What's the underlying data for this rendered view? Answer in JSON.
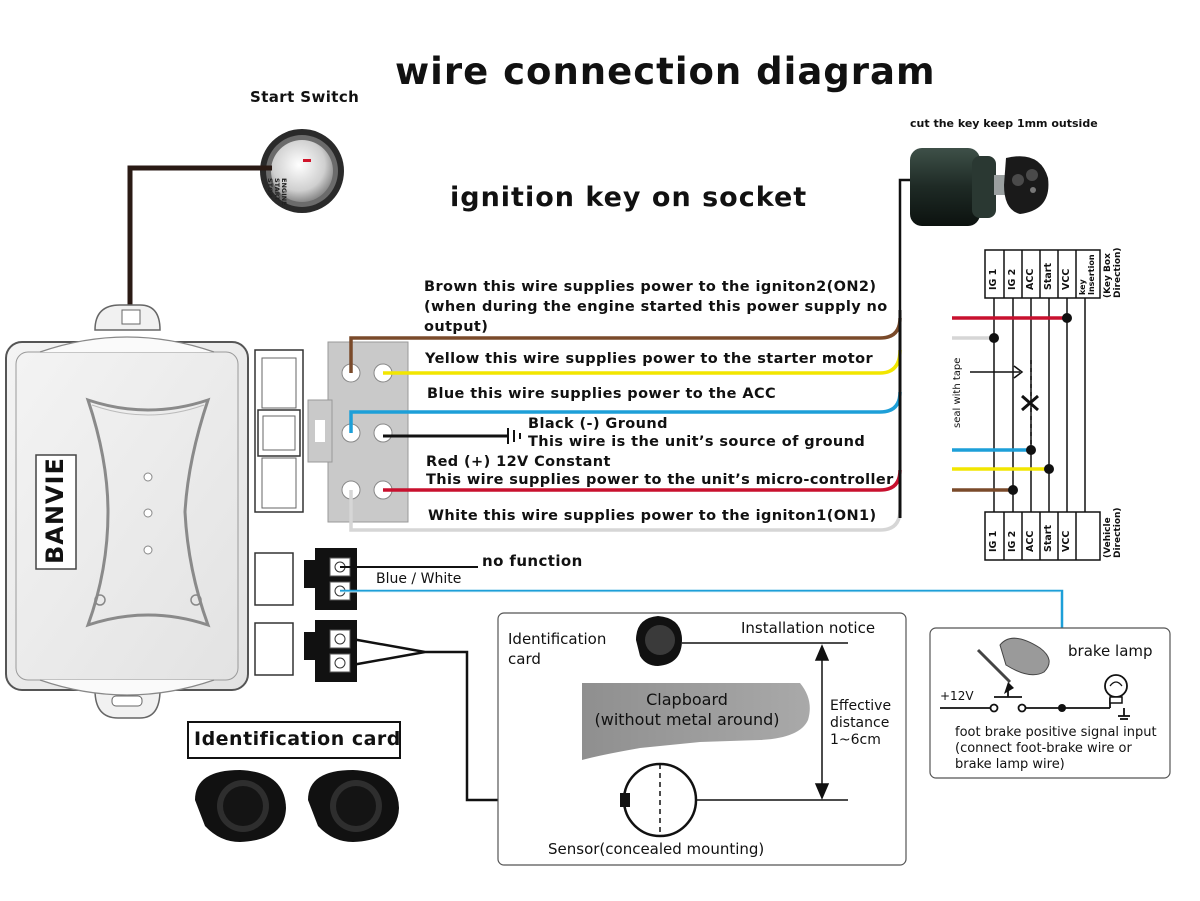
{
  "title": "wire connection diagram",
  "subtitle": "ignition key on socket",
  "start_switch": {
    "label": "Start Switch",
    "button_text": [
      "ENGINE",
      "START",
      "STOP"
    ]
  },
  "brand": "BANVIE",
  "key_cylinder": {
    "label": "cut the key keep 1mm outside"
  },
  "wires": [
    {
      "color_name": "Brown",
      "color": "#7a4a2a",
      "lines": [
        "Brown  this wire supplies power to the igniton2(ON2)",
        "(when during the engine started this power supply no",
        "output)"
      ]
    },
    {
      "color_name": "Yellow",
      "color": "#f2e600",
      "lines": [
        "Yellow  this wire supplies power to the starter motor"
      ]
    },
    {
      "color_name": "Blue",
      "color": "#1d9fd8",
      "lines": [
        "Blue  this wire supplies power to the ACC"
      ]
    },
    {
      "color_name": "Black",
      "color": "#111111",
      "lines": [
        "Black (-) Ground",
        "This wire is the unit’s source of ground"
      ]
    },
    {
      "color_name": "Red",
      "color": "#c8102e",
      "lines": [
        "Red (+) 12V Constant",
        "This wire supplies power to the unit’s micro-controller"
      ]
    },
    {
      "color_name": "White",
      "color": "#d6d6d6",
      "lines": [
        "White this wire supplies power to the igniton1(ON1)"
      ]
    }
  ],
  "aux_connector": {
    "no_function": "no function",
    "blue_white": "Blue / White"
  },
  "harness_table": {
    "top_columns": [
      "IG 1",
      "IG 2",
      "ACC",
      "Start",
      "VCC",
      "key Insertion"
    ],
    "top_direction": "(Key Box Direction)",
    "bottom_columns": [
      "IG 1",
      "IG 2",
      "ACC",
      "Start",
      "VCC"
    ],
    "bottom_direction": "(Vehicle Direction)",
    "tape_note": "seal with tape"
  },
  "install": {
    "card_label": [
      "Identification",
      "card"
    ],
    "notice": "Installation notice",
    "clapboard": [
      "Clapboard",
      "(without metal around)"
    ],
    "distance": [
      "Effective",
      "distance",
      "1~6cm"
    ],
    "sensor": "Sensor(concealed mounting)"
  },
  "brake": {
    "lamp": "brake lamp",
    "voltage": "+12V",
    "note": [
      "foot brake positive signal input",
      "(connect foot-brake wire or",
      "brake lamp wire)"
    ]
  },
  "id_card_title": "Identification card",
  "colors": {
    "brown": "#7a4a2a",
    "yellow": "#f2e600",
    "blue": "#1d9fd8",
    "red": "#c8102e",
    "white_wire": "#d6d6d6",
    "connector_gray": "#c9c9c9",
    "dark": "#111111"
  }
}
